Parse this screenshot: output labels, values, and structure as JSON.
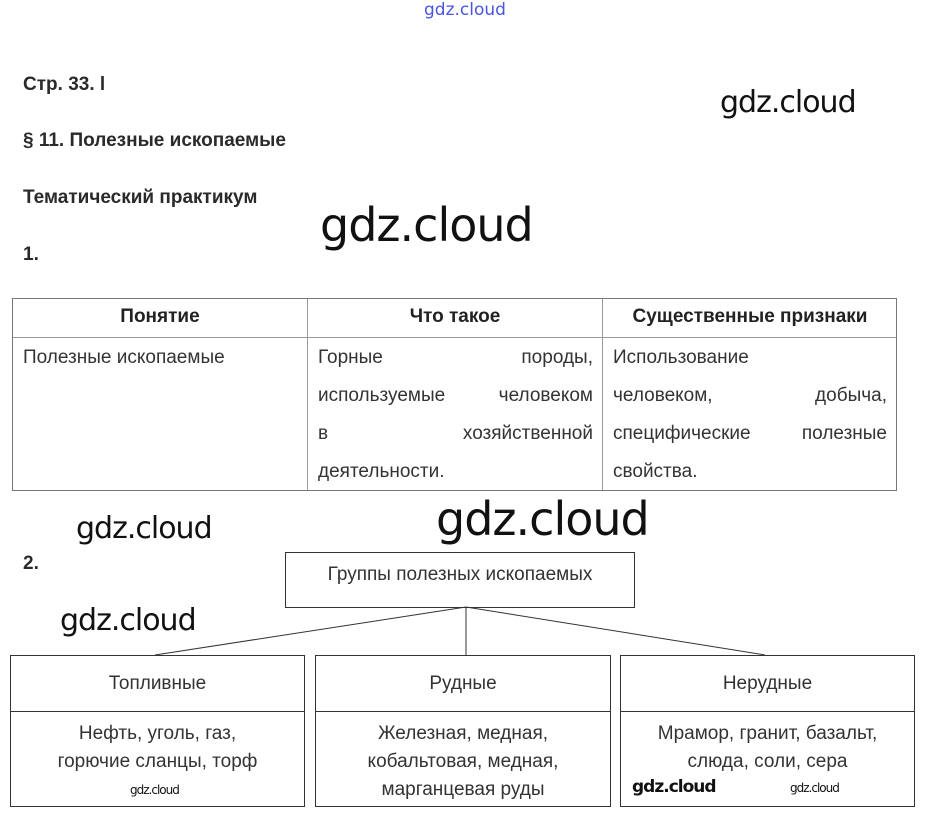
{
  "watermarks": [
    "gdz.cloud",
    "gdz.cloud",
    "gdz.cloud",
    "gdz.cloud",
    "gdz.cloud",
    "gdz.cloud",
    "gdz.cloud",
    "gdz.cloud",
    "gdz.cloud"
  ],
  "header": {
    "page": "Стр. 33. l",
    "section": "§ 11. Полезные ископаемые",
    "subsection": "Тематический практикум"
  },
  "task1": {
    "number": "1.",
    "columns": [
      "Понятие",
      "Что такое",
      "Существенные признаки"
    ],
    "row": {
      "concept": [
        "Полезные ископаемые"
      ],
      "definition": [
        "Горные породы,",
        "используемые человеком",
        "в хозяйственной",
        "деятельности."
      ],
      "features": [
        "Использование",
        "человеком, добыча,",
        "специфические полезные",
        "свойства."
      ]
    }
  },
  "task2": {
    "number": "2.",
    "root": "Группы полезных ископаемых",
    "groups": [
      {
        "title": "Топливные",
        "lines": [
          "Нефть, уголь, газ,",
          "горючие сланцы, торф"
        ]
      },
      {
        "title": "Рудные",
        "lines": [
          "Железная, медная,",
          "кобальтовая, медная,",
          "марганцевая руды"
        ]
      },
      {
        "title": "Нерудные",
        "lines": [
          "Мрамор, гранит, базальт,",
          "слюда, соли, сера"
        ]
      }
    ]
  }
}
